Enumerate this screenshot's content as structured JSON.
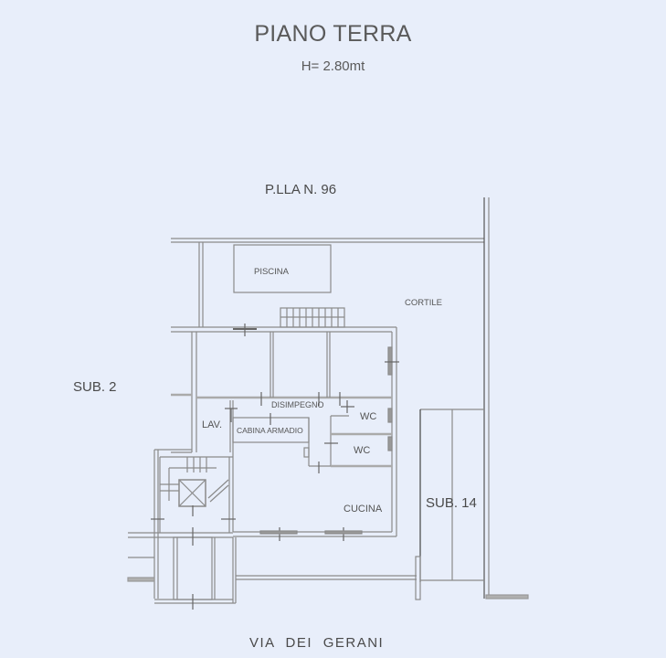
{
  "header": {
    "title": "PIANO TERRA",
    "height_note": "H= 2.80mt"
  },
  "surroundings": {
    "north": "P.LLA N. 96",
    "west": "SUB. 2",
    "east": "SUB. 14",
    "south": "VIA  DEI  GERANI"
  },
  "rooms": {
    "pool": "PISCINA",
    "courtyard": "CORTILE",
    "hallway": "DISIMPEGNO",
    "laundry": "LAV.",
    "walk_in_closet": "CABINA ARMADIO",
    "wc_1": "WC",
    "wc_2": "WC",
    "kitchen": "CUCINA"
  },
  "colors": {
    "background": "#e8eefa",
    "wall": "#8a8a8a",
    "text": "#555555"
  }
}
